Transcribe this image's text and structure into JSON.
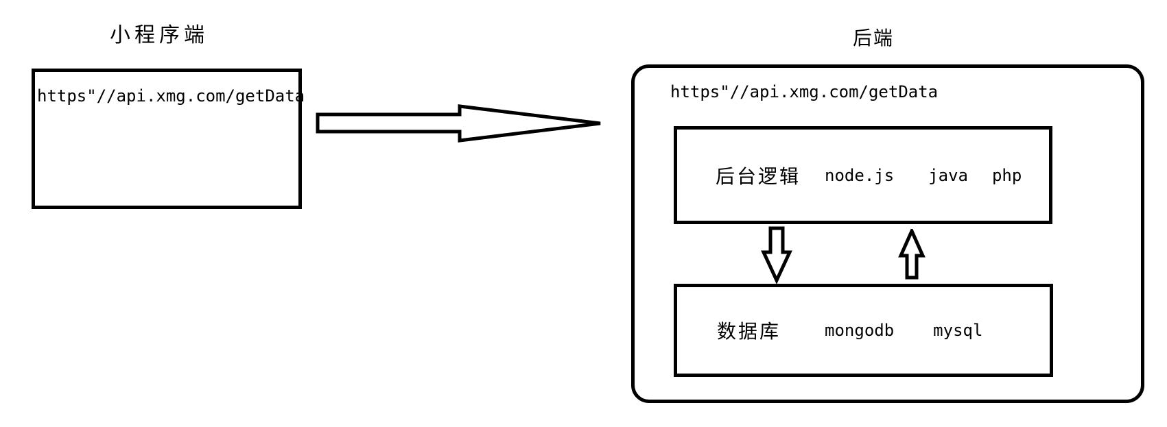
{
  "diagram": {
    "background": "#ffffff",
    "line_color": "#000000",
    "client": {
      "title": "小程序端",
      "request_url": "https\"//api.xmg.com/getData"
    },
    "request_arrow_icon": "right-block-arrow",
    "server": {
      "title": "后端",
      "request_url": "https\"//api.xmg.com/getData",
      "logic_box": {
        "label": "后台逻辑",
        "techs": [
          "node.js",
          "java",
          "php"
        ]
      },
      "query_arrow_icon": "down-block-arrow",
      "result_arrow_icon": "up-block-arrow",
      "db_box": {
        "label": "数据库",
        "techs": [
          "mongodb",
          "mysql"
        ]
      }
    }
  }
}
